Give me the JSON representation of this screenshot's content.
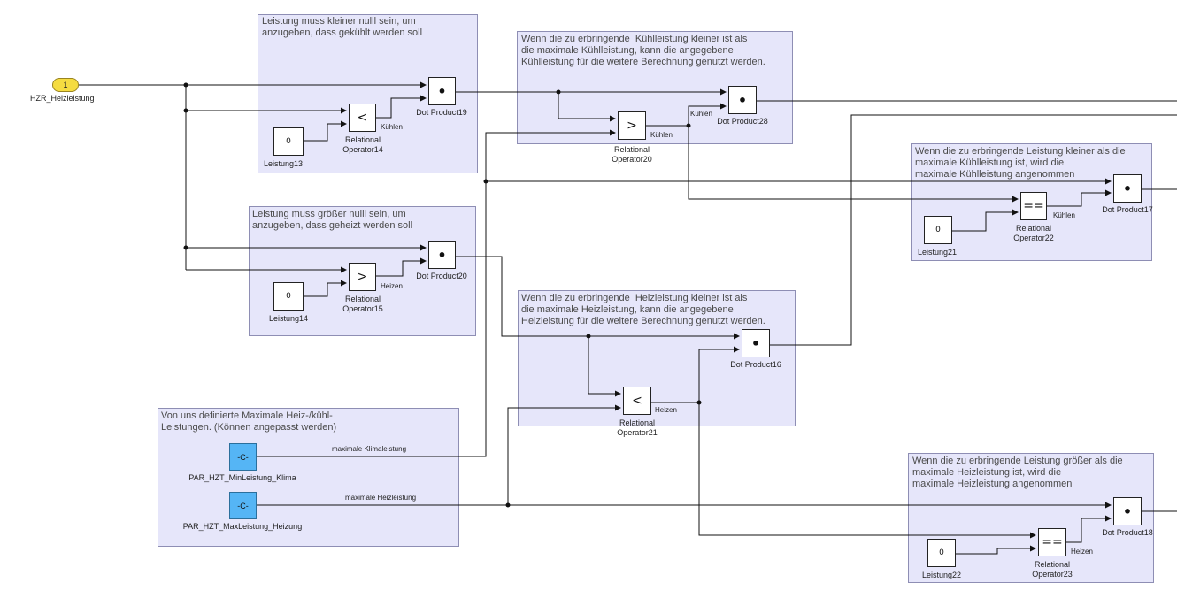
{
  "inport": {
    "number": "1",
    "name": "HZR_Heizleistung"
  },
  "areas": {
    "a1": "Leistung muss kleiner nulll sein, um\nanzugeben, dass gekühlt werden soll",
    "a2": "Wenn die zu erbringende  Kühlleistung kleiner ist als\ndie maximale Kühlleistung, kann die angegebene\nKühlleistung für die weitere Berechnung genutzt werden.",
    "a3": "Wenn die zu erbringende Leistung kleiner als die\nmaximale Kühlleistung ist, wird die\nmaximale Kühlleistung angenommen",
    "a4": "Leistung muss größer nulll sein, um\nanzugeben, dass geheizt werden soll",
    "a5": "Wenn die zu erbringende  Heizleistung kleiner ist als\ndie maximale Heizleistung, kann die angegebene\nHeizleistung für die weitere Berechnung genutzt werden.",
    "a6": "Von uns definierte Maximale Heiz-/kühl-\nLeistungen. (Können angepasst werden)",
    "a7": "Wenn die zu erbringende Leistung größer als die\nmaximale Heizleistung ist, wird die\nmaximale Heizleistung angenommen"
  },
  "blocks": {
    "const_value": "0",
    "const_c": "-C-",
    "op_lt": "<",
    "op_gt": ">",
    "op_eq": "==",
    "dot": "•"
  },
  "labels": {
    "leistung13": "Leistung13",
    "leistung14": "Leistung14",
    "leistung21": "Leistung21",
    "leistung22": "Leistung22",
    "rel14": "Relational\nOperator14",
    "rel15": "Relational\nOperator15",
    "rel20": "Relational\nOperator20",
    "rel21": "Relational\nOperator21",
    "rel22": "Relational\nOperator22",
    "rel23": "Relational\nOperator23",
    "dp19": "Dot Product19",
    "dp20": "Dot Product20",
    "dp28": "Dot Product28",
    "dp16": "Dot Product16",
    "dp17": "Dot Product17",
    "dp18": "Dot Product18",
    "par_klima": "PAR_HZT_MinLeistung_Klima",
    "par_heizung": "PAR_HZT_MaxLeistung_Heizung"
  },
  "signals": {
    "kuehlen": "Kühlen",
    "heizen": "Heizen",
    "max_klima": "maximale Klimaleistung",
    "max_heiz": "maximale Heizleistung"
  }
}
